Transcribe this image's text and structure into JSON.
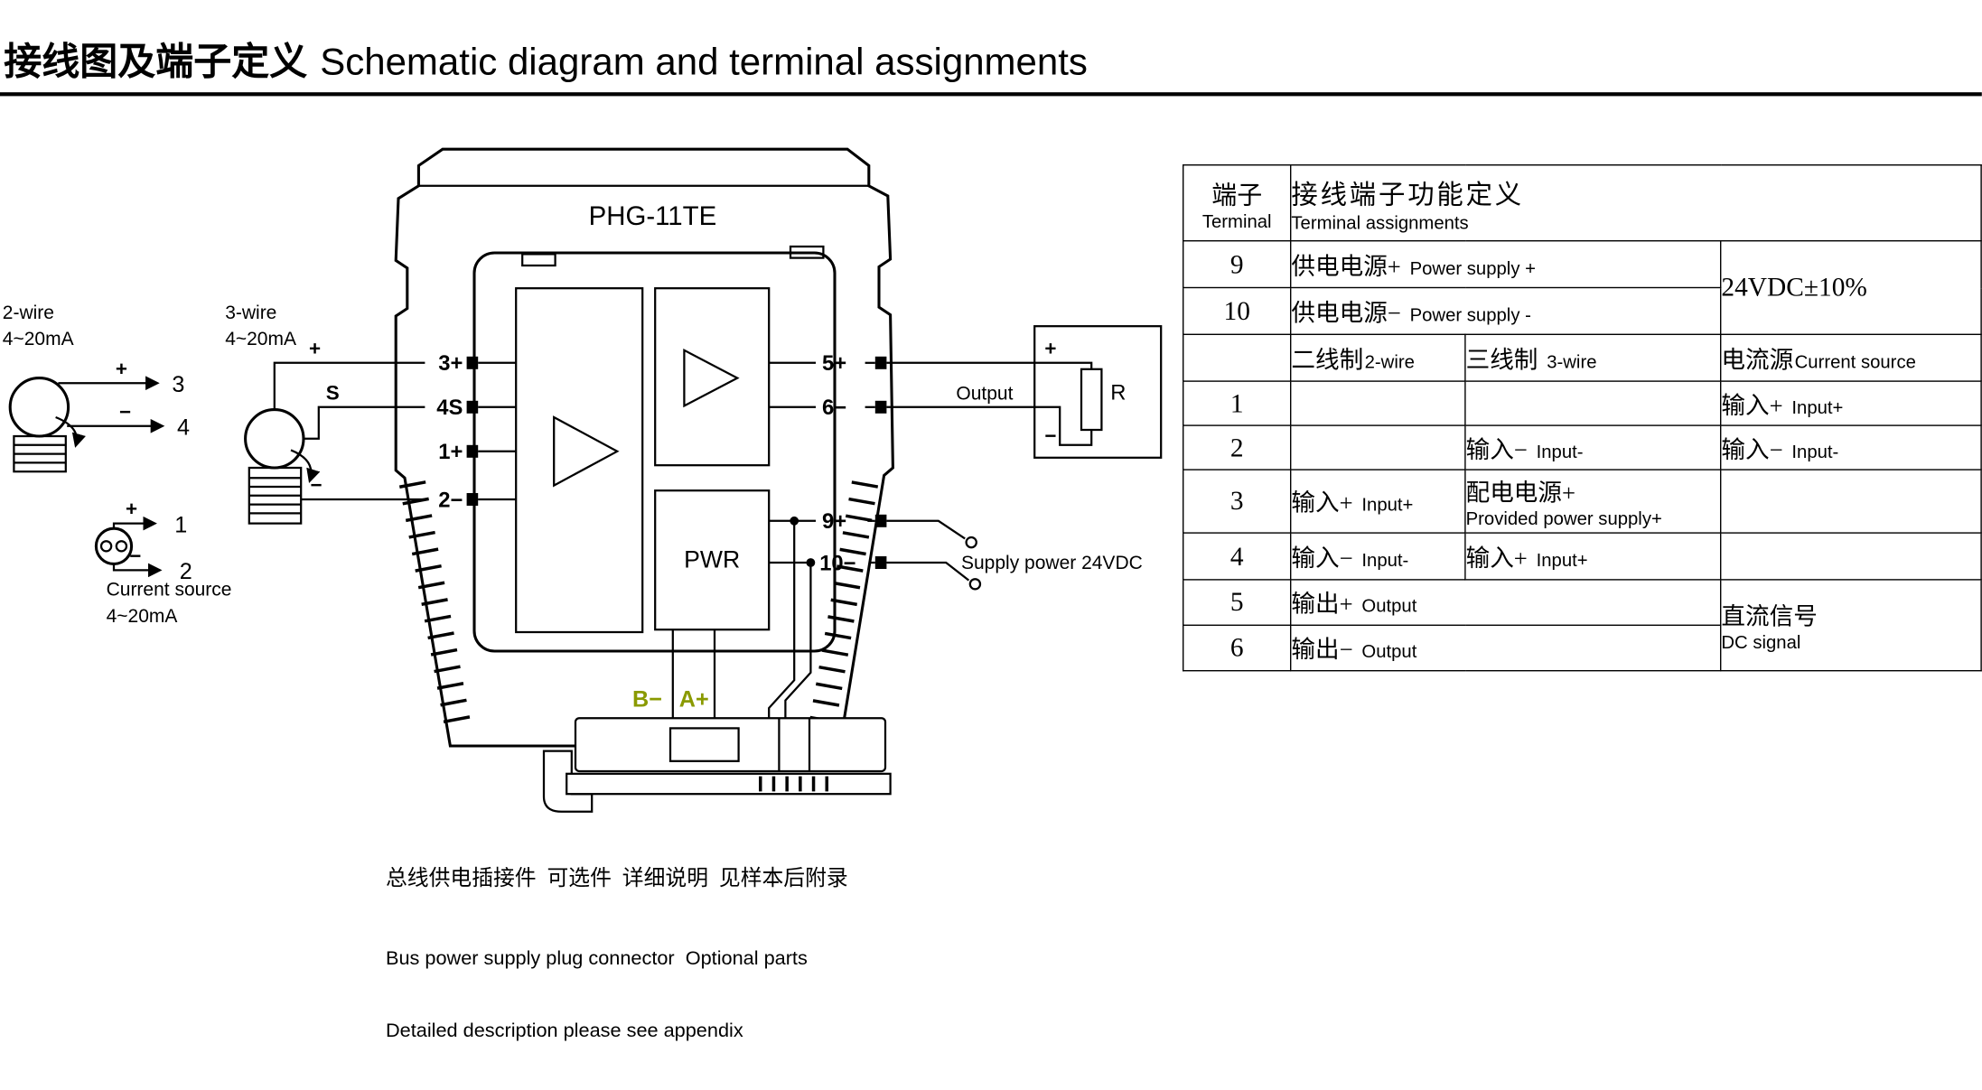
{
  "accent": {
    "bus_color": "#8a9a00"
  },
  "page": {
    "title_zh": "接线图及端子定义",
    "title_en": "Schematic diagram and terminal assignments"
  },
  "schematic": {
    "model": "PHG-11TE",
    "pwr": "PWR",
    "bus_b": "B−",
    "bus_a": "A+",
    "plus": "+",
    "minus": "−",
    "s_label": "S",
    "left_terminals": {
      "t3": "3+",
      "t4": "4S",
      "t1": "1+",
      "t2": "2−"
    },
    "right_terminals": {
      "t5": "5+",
      "t6": "6−",
      "t9": "9+",
      "t10": "10−"
    },
    "output_label": "Output",
    "resistor": "R",
    "supply": "Supply power 24VDC",
    "two_wire": {
      "name": "2-wire",
      "range": "4~20mA",
      "n1": "3",
      "n2": "4"
    },
    "three_wire": {
      "name": "3-wire",
      "range": "4~20mA"
    },
    "current_source": {
      "name": "Current source",
      "range": "4~20mA",
      "n1": "1",
      "n2": "2"
    },
    "note_zh": "总线供电插接件  可选件  详细说明  见样本后附录",
    "note_en1": "Bus power supply plug connector  Optional parts",
    "note_en2": "Detailed description please see appendix"
  },
  "table": {
    "header": {
      "terminal_zh": "端子",
      "terminal_en": "Terminal",
      "func_zh": "接线端子功能定义",
      "func_en": "Terminal assignments"
    },
    "subheader": {
      "two_zh": "二线制",
      "two_en": "2-wire",
      "three_zh": "三线制",
      "three_en": "3-wire",
      "src_zh": "电流源",
      "src_en": "Current source"
    },
    "rating": "24VDC±10%",
    "dc_zh": "直流信号",
    "dc_en": "DC signal",
    "r9": {
      "t": "9",
      "zh": "供电电源+",
      "en": "Power supply +"
    },
    "r10": {
      "t": "10",
      "zh": "供电电源−",
      "en": "Power supply -"
    },
    "r1": {
      "t": "1",
      "src_zh": "输入+",
      "src_en": "Input+"
    },
    "r2": {
      "t": "2",
      "three_zh": "输入−",
      "three_en": "Input-",
      "src_zh": "输入−",
      "src_en": "Input-"
    },
    "r3": {
      "t": "3",
      "two_zh": "输入+",
      "two_en": "Input+",
      "three_zh": "配电电源+",
      "three_en": "Provided power supply+"
    },
    "r4": {
      "t": "4",
      "two_zh": "输入−",
      "two_en": "Input-",
      "three_zh": "输入+",
      "three_en": "Input+"
    },
    "r5": {
      "t": "5",
      "zh": "输出+",
      "en": "Output"
    },
    "r6": {
      "t": "6",
      "zh": "输出−",
      "en": "Output"
    }
  }
}
